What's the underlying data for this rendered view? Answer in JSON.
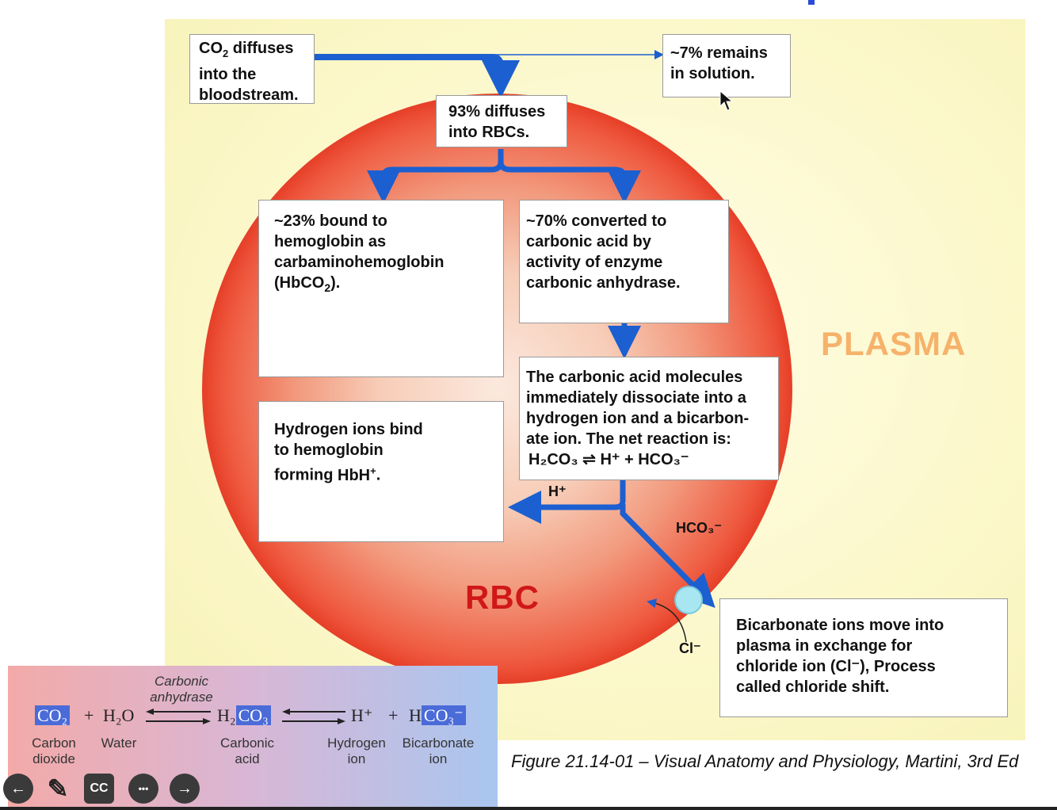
{
  "boxes": {
    "diffuse_l1": "CO",
    "diffuse_sub": "2",
    "diffuse_l1b": " diffuses",
    "diffuse_l2": "into the",
    "diffuse_l3": "bloodstream.",
    "remain_l1": "~7% remains",
    "remain_l2": "in solution.",
    "rbc_in_l1": "93% diffuses",
    "rbc_in_l2": "into RBCs.",
    "bound_l1": "~23% bound to",
    "bound_l2": "hemoglobin as",
    "bound_l3": "carbaminohemoglobin",
    "bound_l4a": "(HbCO",
    "bound_l4sub": "2",
    "bound_l4b": ").",
    "conv_l1": "~70% converted to",
    "conv_l2": "carbonic acid by",
    "conv_l3": "activity of enzyme",
    "conv_l4": "carbonic anhydrase.",
    "hb_l1": "Hydrogen ions bind",
    "hb_l2": "to hemoglobin",
    "hb_l3a": "forming ",
    "hb_l3b": "HbH",
    "hb_l3sup": "+",
    "hb_l3c": ".",
    "diss_l1": "The carbonic acid molecules",
    "diss_l2": "immediately dissociate into a",
    "diss_l3": "hydrogen ion and a bicarbon-",
    "diss_l4": "ate ion. The net reaction is:",
    "reaction": "H₂CO₃ ⇌ H⁺ + HCO₃⁻",
    "shift_l1": "Bicarbonate ions move into",
    "shift_l2": "plasma in exchange for",
    "shift_l3": "chloride ion (Cl⁻), Process",
    "shift_l4a": "called ",
    "shift_l4b": "chloride shift."
  },
  "labels": {
    "plasma": "PLASMA",
    "rbc": "RBC",
    "h_plus": "H⁺",
    "hco3": "HCO₃⁻",
    "cl": "Cl⁻"
  },
  "equation": {
    "enzyme_l1": "Carbonic",
    "enzyme_l2": "anhydrase",
    "co2": "CO₂",
    "plus1": "+",
    "h2o": "H₂O",
    "h2co3_a": "H₂",
    "h2co3_b": "CO₃",
    "hplus": "H⁺",
    "plus2": "+",
    "hco3_a": "H",
    "hco3_b": "CO₃⁻",
    "lab_co2_1": "Carbon",
    "lab_co2_2": "dioxide",
    "lab_water": "Water",
    "lab_acid_1": "Carbonic",
    "lab_acid_2": "acid",
    "lab_h_1": "Hydrogen",
    "lab_h_2": "ion",
    "lab_bic_1": "Bicarbonate",
    "lab_bic_2": "ion"
  },
  "caption": "Figure 21.14-01 – Visual Anatomy and Physiology, Martini, 3rd Ed",
  "controls": {
    "prev": "←",
    "pen": "✎",
    "cc": "CC",
    "more": "•••",
    "next": "→"
  },
  "colors": {
    "arrow": "#1c5fd0",
    "plasma_label": "#f6b26b",
    "rbc_label": "#d01818",
    "pore": "#a8e6f2"
  }
}
